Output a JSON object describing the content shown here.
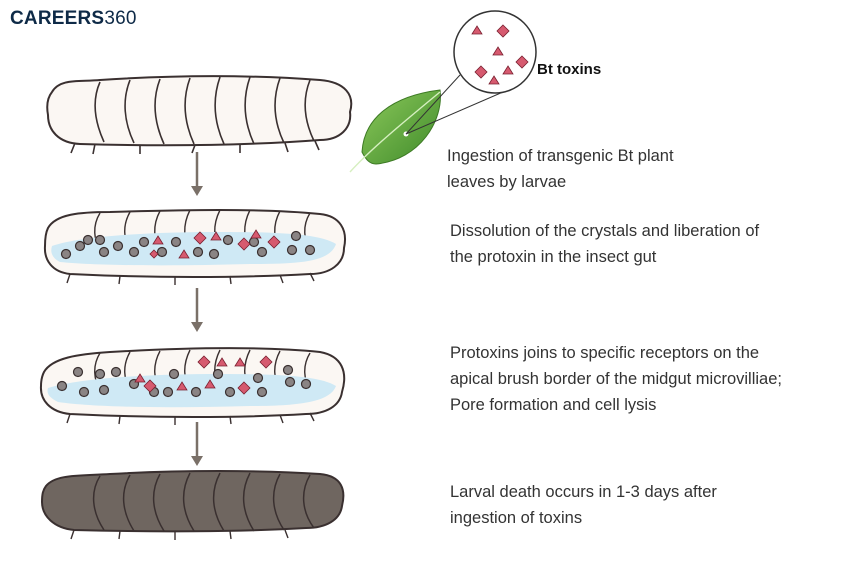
{
  "logo": {
    "brand": "CAREERS",
    "number": "360"
  },
  "callout_label": "Bt toxins",
  "steps": [
    {
      "line1": "Ingestion of transgenic Bt plant",
      "line2": "leaves by larvae"
    },
    {
      "line1": "Dissolution of the crystals and liberation of",
      "line2": "the protoxin in the insect gut"
    },
    {
      "line1": "Protoxins joins to specific receptors on the",
      "line2": "apical brush border of the midgut microvilliae;",
      "line3": "Pore formation and cell lysis"
    },
    {
      "line1": "Larval death occurs in 1-3 days after",
      "line2": "ingestion of toxins"
    }
  ],
  "colors": {
    "larva_body": "#fbf7f3",
    "larva_outline": "#3a3030",
    "gut": "#cfe9f5",
    "dead_larva": "#6f6660",
    "arrow": "#7a7068",
    "leaf": "#5fa33d",
    "toxin": "#d65a6f"
  }
}
